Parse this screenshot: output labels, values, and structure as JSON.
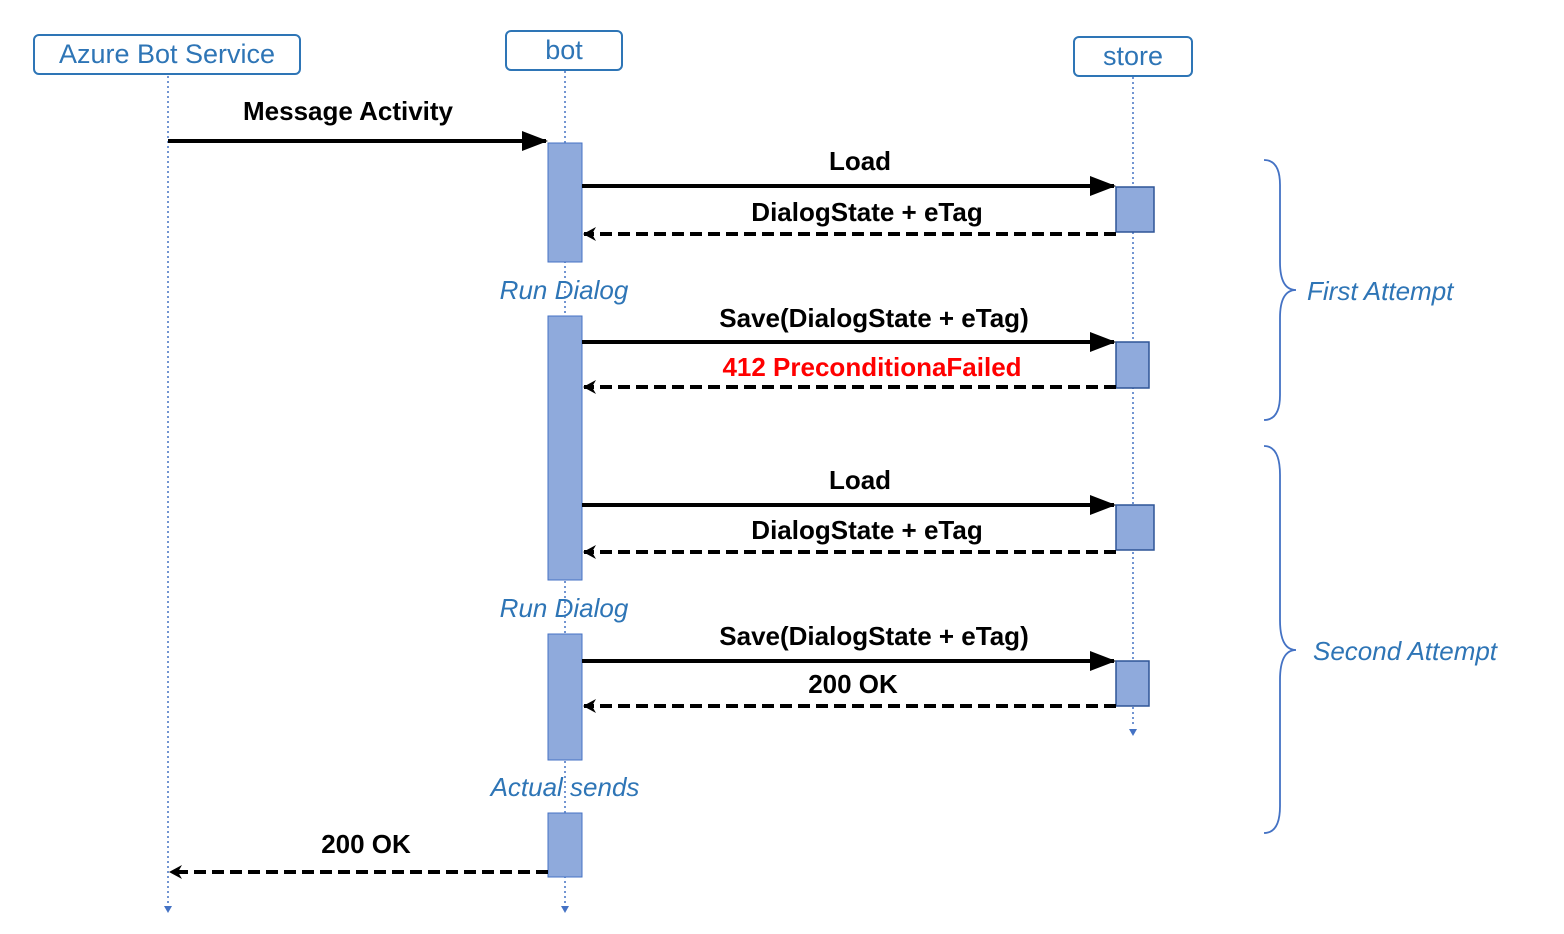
{
  "participants": {
    "azure": {
      "label": "Azure Bot Service"
    },
    "bot": {
      "label": "bot"
    },
    "store": {
      "label": "store"
    }
  },
  "messages": {
    "message_activity": "Message Activity",
    "load_1": "Load",
    "dialogstate_1": "DialogState + eTag",
    "save_1": "Save(DialogState + eTag)",
    "precondition_failed": "412 PreconditionaFailed",
    "load_2": "Load",
    "dialogstate_2": "DialogState + eTag",
    "save_2": "Save(DialogState + eTag)",
    "ok_store": "200 OK",
    "ok_final": "200 OK"
  },
  "notes": {
    "run_dialog_1": "Run Dialog",
    "run_dialog_2": "Run Dialog",
    "actual_sends": "Actual sends"
  },
  "groups": {
    "first_attempt": "First Attempt",
    "second_attempt": "Second Attempt"
  },
  "colors": {
    "accent_blue": "#2E75B6",
    "activation_fill": "#8FAADC",
    "activation_border": "#4472C4",
    "arrow": "#000000",
    "error_text": "#FF0000"
  }
}
